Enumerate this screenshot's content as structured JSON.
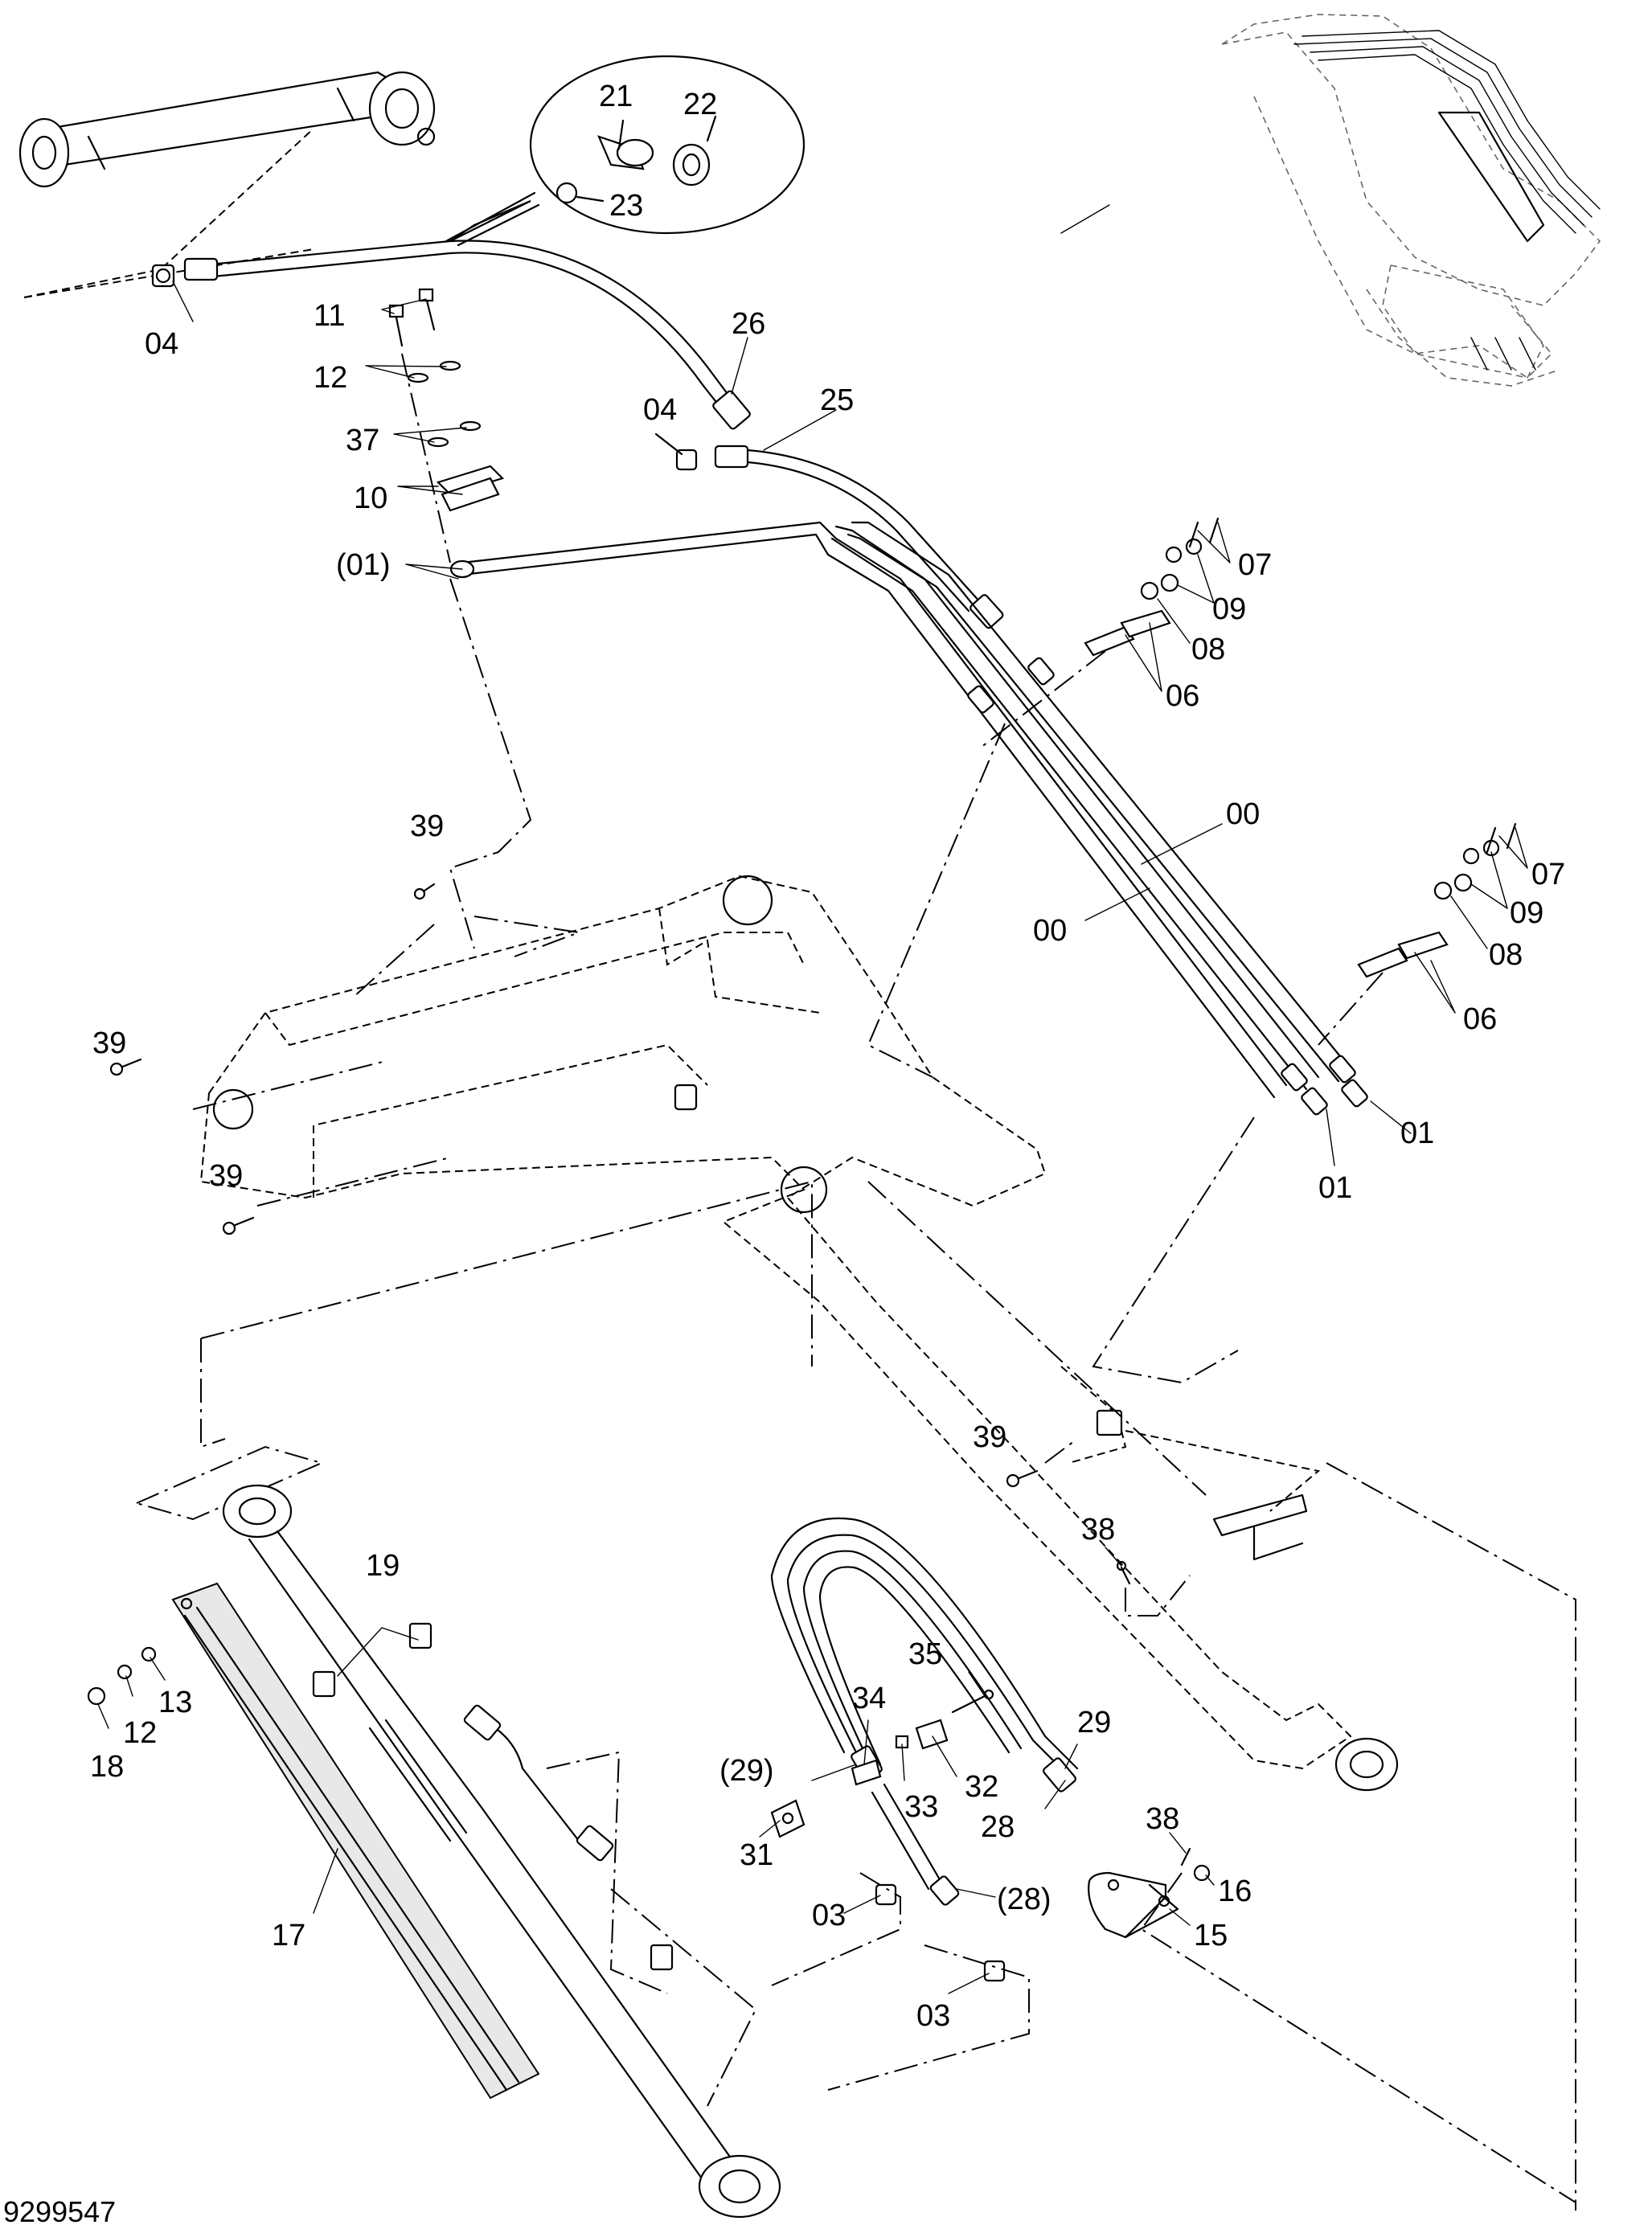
{
  "drawing_number": "9299547",
  "callouts": {
    "c21": "21",
    "c22": "22",
    "c23": "23",
    "c04a": "04",
    "c04b": "04",
    "c11": "11",
    "c12a": "12",
    "c37": "37",
    "c10": "10",
    "c01p": "(01)",
    "c26": "26",
    "c25": "25",
    "c07a": "07",
    "c09a": "09",
    "c08a": "08",
    "c06a": "06",
    "c00a": "00",
    "c00b": "00",
    "c07b": "07",
    "c09b": "09",
    "c08b": "08",
    "c06b": "06",
    "c01a": "01",
    "c01b": "01",
    "c39a": "39",
    "c39b": "39",
    "c39c": "39",
    "c39d": "39",
    "c38a": "38",
    "c19": "19",
    "c13": "13",
    "c12b": "12",
    "c18": "18",
    "c17": "17",
    "c35": "35",
    "c34": "34",
    "c29": "29",
    "c29p": "(29)",
    "c32": "32",
    "c33": "33",
    "c28": "28",
    "c31": "31",
    "c03a": "03",
    "c28p": "(28)",
    "c03b": "03",
    "c38b": "38",
    "c16": "16",
    "c15": "15"
  }
}
